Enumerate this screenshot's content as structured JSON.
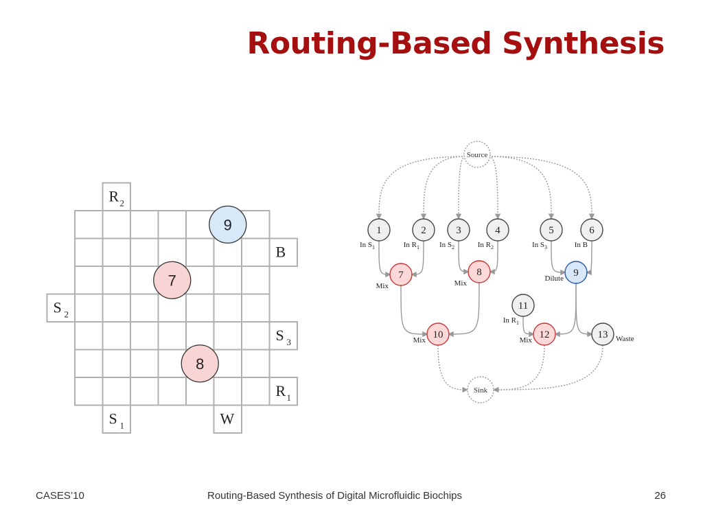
{
  "slide": {
    "title": "Routing-Based Synthesis",
    "footer_left": "CASES’10",
    "footer_center": "Routing-Based Synthesis of Digital Microfluidic Biochips",
    "page_number": "26"
  },
  "grid": {
    "cols": 7,
    "rows": 7,
    "ports": [
      {
        "id": "port-R2",
        "base": "R",
        "sub": "2",
        "side": "top",
        "index": 1
      },
      {
        "id": "port-B",
        "base": "B",
        "sub": "",
        "side": "right",
        "index": 1
      },
      {
        "id": "port-S2",
        "base": "S",
        "sub": "2",
        "side": "left",
        "index": 3
      },
      {
        "id": "port-S3",
        "base": "S",
        "sub": "3",
        "side": "right",
        "index": 4
      },
      {
        "id": "port-R1",
        "base": "R",
        "sub": "1",
        "side": "right",
        "index": 6
      },
      {
        "id": "port-S1",
        "base": "S",
        "sub": "1",
        "side": "bottom",
        "index": 1
      },
      {
        "id": "port-W",
        "base": "W",
        "sub": "",
        "side": "bottom",
        "index": 5
      }
    ],
    "droplets": [
      {
        "label": "9",
        "col": 5.5,
        "row": 0.5,
        "color": "#d7e8f8",
        "stroke": "#333333"
      },
      {
        "label": "7",
        "col": 3.5,
        "row": 2.5,
        "color": "#f9d4d4",
        "stroke": "#333333"
      },
      {
        "label": "8",
        "col": 4.5,
        "row": 5.5,
        "color": "#f9d4d4",
        "stroke": "#333333"
      }
    ]
  },
  "graph": {
    "colors": {
      "normal": "#f0f0f0",
      "mix": "#fcd8d8",
      "dilute": "#d8e8f8",
      "edge": "#999999"
    },
    "nodes": [
      {
        "id": "source",
        "label": "Source",
        "kind": "dotted"
      },
      {
        "id": "n1",
        "label": "1",
        "kind": "normal",
        "caption": "In S",
        "sub": "1",
        "cap_side": "below-left"
      },
      {
        "id": "n2",
        "label": "2",
        "kind": "normal",
        "caption": "In R",
        "sub": "1",
        "cap_side": "below-left"
      },
      {
        "id": "n3",
        "label": "3",
        "kind": "normal",
        "caption": "In S",
        "sub": "2",
        "cap_side": "below-left"
      },
      {
        "id": "n4",
        "label": "4",
        "kind": "normal",
        "caption": "In R",
        "sub": "2",
        "cap_side": "below-left"
      },
      {
        "id": "n5",
        "label": "5",
        "kind": "normal",
        "caption": "In S",
        "sub": "3",
        "cap_side": "below-left"
      },
      {
        "id": "n6",
        "label": "6",
        "kind": "normal",
        "caption": "In B",
        "sub": "",
        "cap_side": "below-left"
      },
      {
        "id": "n7",
        "label": "7",
        "kind": "mix",
        "caption": "Mix",
        "sub": "",
        "cap_side": "left"
      },
      {
        "id": "n8",
        "label": "8",
        "kind": "mix",
        "caption": "Mix",
        "sub": "",
        "cap_side": "left"
      },
      {
        "id": "n9",
        "label": "9",
        "kind": "dilute",
        "caption": "Dilute",
        "sub": "",
        "cap_side": "left"
      },
      {
        "id": "n10",
        "label": "10",
        "kind": "mix",
        "caption": "Mix",
        "sub": "",
        "cap_side": "left"
      },
      {
        "id": "n11",
        "label": "11",
        "kind": "normal",
        "caption": "In R",
        "sub": "1",
        "cap_side": "below-left"
      },
      {
        "id": "n12",
        "label": "12",
        "kind": "mix",
        "caption": "Mix",
        "sub": "",
        "cap_side": "left"
      },
      {
        "id": "n13",
        "label": "13",
        "kind": "normal",
        "caption": "Waste",
        "sub": "",
        "cap_side": "right"
      },
      {
        "id": "sink",
        "label": "Sink",
        "kind": "dotted"
      }
    ],
    "edges": [
      {
        "from": "source",
        "to": "n1",
        "style": "dotted"
      },
      {
        "from": "source",
        "to": "n2",
        "style": "dotted"
      },
      {
        "from": "source",
        "to": "n3",
        "style": "dotted"
      },
      {
        "from": "source",
        "to": "n4",
        "style": "dotted"
      },
      {
        "from": "source",
        "to": "n5",
        "style": "dotted"
      },
      {
        "from": "source",
        "to": "n6",
        "style": "dotted"
      },
      {
        "from": "n1",
        "to": "n7",
        "style": "solid"
      },
      {
        "from": "n2",
        "to": "n7",
        "style": "solid"
      },
      {
        "from": "n3",
        "to": "n8",
        "style": "solid"
      },
      {
        "from": "n4",
        "to": "n8",
        "style": "solid"
      },
      {
        "from": "n5",
        "to": "n9",
        "style": "solid"
      },
      {
        "from": "n6",
        "to": "n9",
        "style": "solid"
      },
      {
        "from": "n7",
        "to": "n10",
        "style": "solid"
      },
      {
        "from": "n8",
        "to": "n10",
        "style": "solid"
      },
      {
        "from": "n11",
        "to": "n12",
        "style": "solid"
      },
      {
        "from": "n9",
        "to": "n12",
        "style": "solid"
      },
      {
        "from": "n9",
        "to": "n13",
        "style": "solid"
      },
      {
        "from": "n10",
        "to": "sink",
        "style": "dotted"
      },
      {
        "from": "n12",
        "to": "sink",
        "style": "dotted"
      },
      {
        "from": "n13",
        "to": "sink",
        "style": "dotted"
      }
    ]
  }
}
